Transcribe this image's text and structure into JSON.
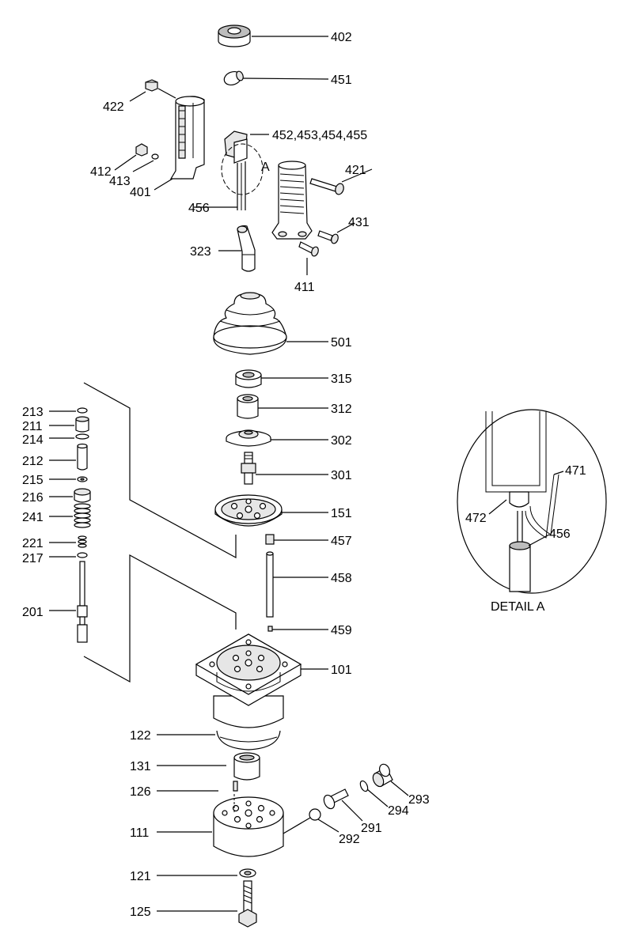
{
  "diagram": {
    "detail_label": "DETAIL A",
    "detail_ref": "A",
    "labels": [
      {
        "id": "402",
        "text": "402"
      },
      {
        "id": "451",
        "text": "451"
      },
      {
        "id": "422",
        "text": "422"
      },
      {
        "id": "452",
        "text": "452,453,454,455"
      },
      {
        "id": "421",
        "text": "421"
      },
      {
        "id": "412",
        "text": "412"
      },
      {
        "id": "413",
        "text": "413"
      },
      {
        "id": "401",
        "text": "401"
      },
      {
        "id": "456a",
        "text": "456"
      },
      {
        "id": "431",
        "text": "431"
      },
      {
        "id": "323",
        "text": "323"
      },
      {
        "id": "411",
        "text": "411"
      },
      {
        "id": "501",
        "text": "501"
      },
      {
        "id": "315",
        "text": "315"
      },
      {
        "id": "213",
        "text": "213"
      },
      {
        "id": "211",
        "text": "211"
      },
      {
        "id": "312",
        "text": "312"
      },
      {
        "id": "214",
        "text": "214"
      },
      {
        "id": "302",
        "text": "302"
      },
      {
        "id": "212",
        "text": "212"
      },
      {
        "id": "301",
        "text": "301"
      },
      {
        "id": "215",
        "text": "215"
      },
      {
        "id": "216",
        "text": "216"
      },
      {
        "id": "151",
        "text": "151"
      },
      {
        "id": "241",
        "text": "241"
      },
      {
        "id": "457",
        "text": "457"
      },
      {
        "id": "221",
        "text": "221"
      },
      {
        "id": "217",
        "text": "217"
      },
      {
        "id": "458",
        "text": "458"
      },
      {
        "id": "201",
        "text": "201"
      },
      {
        "id": "459",
        "text": "459"
      },
      {
        "id": "101",
        "text": "101"
      },
      {
        "id": "122",
        "text": "122"
      },
      {
        "id": "131",
        "text": "131"
      },
      {
        "id": "126",
        "text": "126"
      },
      {
        "id": "293",
        "text": "293"
      },
      {
        "id": "294",
        "text": "294"
      },
      {
        "id": "291",
        "text": "291"
      },
      {
        "id": "111",
        "text": "111"
      },
      {
        "id": "292",
        "text": "292"
      },
      {
        "id": "121",
        "text": "121"
      },
      {
        "id": "125",
        "text": "125"
      },
      {
        "id": "471",
        "text": "471"
      },
      {
        "id": "472",
        "text": "472"
      },
      {
        "id": "456b",
        "text": "456"
      }
    ]
  }
}
